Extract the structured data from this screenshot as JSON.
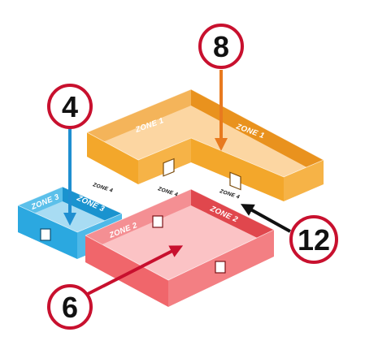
{
  "diagram": {
    "zones": {
      "zone1": {
        "label": "ZONE 1",
        "color": "#f3a72b"
      },
      "zone2": {
        "label": "ZONE 2",
        "color": "#f0666b"
      },
      "zone3": {
        "label": "ZONE 3",
        "color": "#2ba8e0"
      },
      "zone4": {
        "label": "ZONE 4"
      }
    },
    "callouts": [
      {
        "number": "8",
        "arrow_color": "#e87a1f"
      },
      {
        "number": "4",
        "arrow_color": "#1f8fd1"
      },
      {
        "number": "6",
        "arrow_color": "#c8102e"
      },
      {
        "number": "12",
        "arrow_color": "#111111"
      }
    ],
    "badge_ring_color": "#c8102e"
  }
}
